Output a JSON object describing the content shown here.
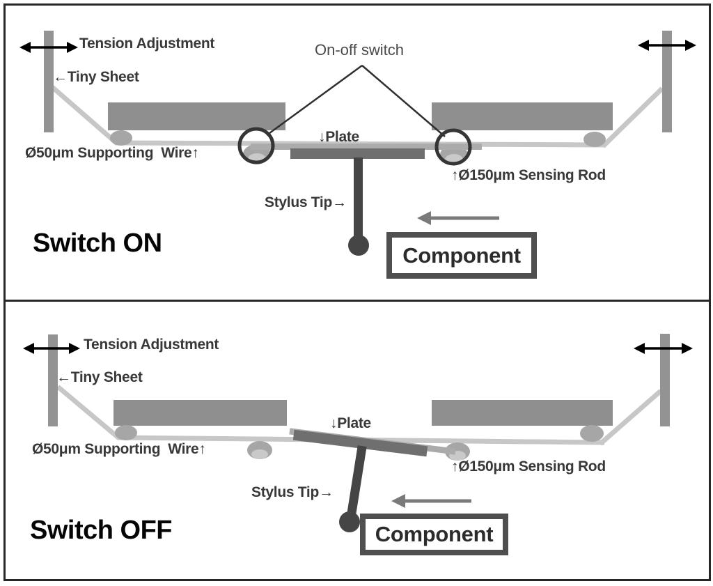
{
  "panel_on": {
    "state_label": "Switch ON",
    "tension_adjustment": "Tension Adjustment",
    "tiny_sheet": "←Tiny Sheet",
    "supporting_wire": "Ø50μm Supporting  Wire↑",
    "on_off_switch": "On-off switch",
    "plate": "↓Plate",
    "sensing_rod": "↑Ø150μm Sensing Rod",
    "stylus_tip": "Stylus Tip→",
    "component": "Component"
  },
  "panel_off": {
    "state_label": "Switch OFF",
    "tension_adjustment": "Tension Adjustment",
    "tiny_sheet": "←Tiny Sheet",
    "supporting_wire": "Ø50μm Supporting  Wire↑",
    "plate": "↓Plate",
    "sensing_rod": "↑Ø150μm Sensing Rod",
    "stylus_tip": "Stylus Tip→",
    "component": "Component"
  },
  "colors": {
    "wire": "#c7c7c7",
    "block": "#8f8f8f",
    "tiny_sheet_bar": "#939393",
    "plate": "#6f6f6f",
    "sensing_rod": "#ababab",
    "stylus": "#454545",
    "bearing_ellipse": "#a6a6a6",
    "bearing_highlight": "#c9c9c9",
    "switch_circle": "#353535",
    "motion_arrow": "#7a7a7a",
    "tension_arrow": "#000000",
    "label_text": "#383838",
    "panel_border": "#262626"
  }
}
